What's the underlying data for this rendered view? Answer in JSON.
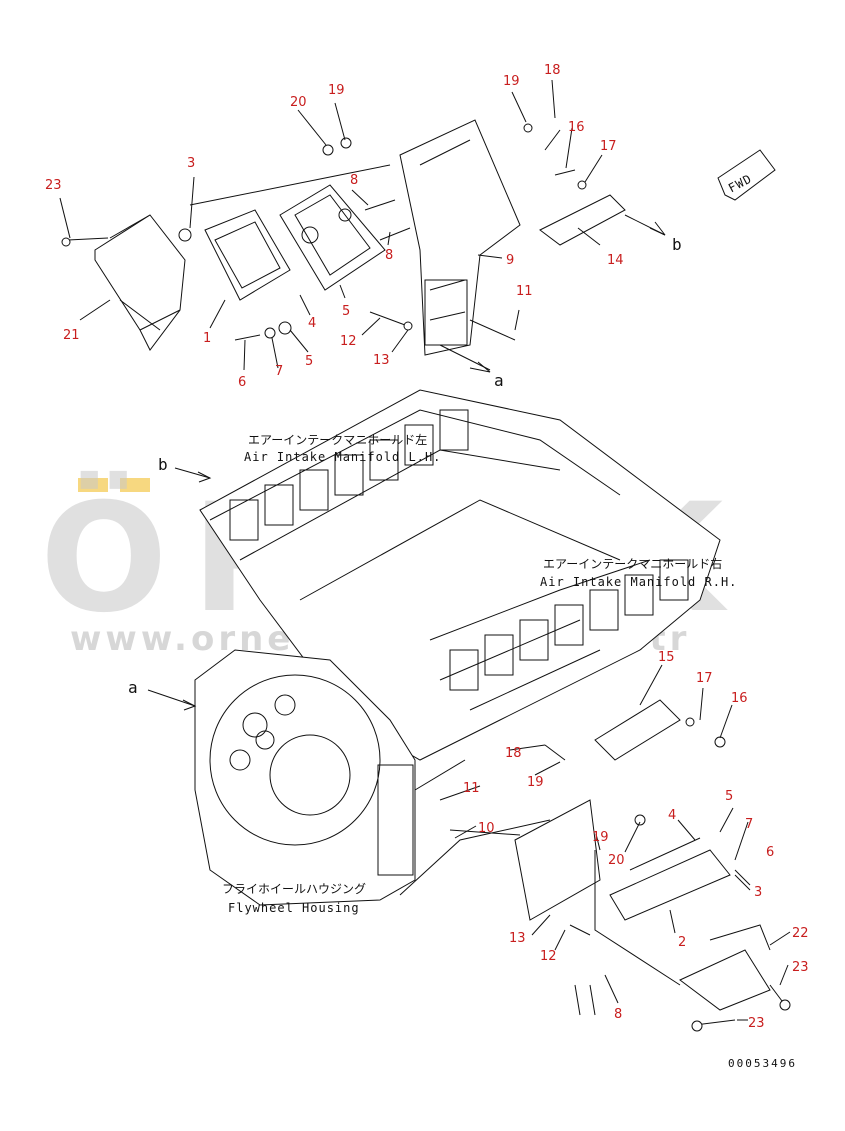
{
  "watermark": {
    "brand": "ÖRNEK",
    "url": "www.ornekismakina.com.tr",
    "accent_color": "#f3c84a"
  },
  "labels": {
    "air_intake_lh_jp": "エアーインテークマニホールド左",
    "air_intake_lh_en": "Air Intake Manifold L.H.",
    "air_intake_rh_jp": "エアーインテークマニホールド右",
    "air_intake_rh_en": "Air Intake Manifold R.H.",
    "flywheel_jp": "フライホイールハウジング",
    "flywheel_en": "Flywheel Housing",
    "fwd": "FWD",
    "drawing_number": "00053496"
  },
  "refs": {
    "a": "a",
    "b": "b"
  },
  "callouts": {
    "c1": "1",
    "c2": "2",
    "c3": "3",
    "c3b": "3",
    "c4": "4",
    "c4b": "4",
    "c5": "5",
    "c5b": "5",
    "c5c": "5",
    "c6": "6",
    "c6b": "6",
    "c7": "7",
    "c7b": "7",
    "c8": "8",
    "c8b": "8",
    "c8c": "8",
    "c9": "9",
    "c10": "10",
    "c11": "11",
    "c11b": "11",
    "c12": "12",
    "c12b": "12",
    "c13": "13",
    "c13b": "13",
    "c14": "14",
    "c15": "15",
    "c16": "16",
    "c16b": "16",
    "c17": "17",
    "c17b": "17",
    "c18": "18",
    "c18b": "18",
    "c19": "19",
    "c19b": "19",
    "c19c": "19",
    "c19d": "19",
    "c20": "20",
    "c20b": "20",
    "c21": "21",
    "c22": "22",
    "c23": "23",
    "c23b": "23",
    "c23c": "23"
  }
}
